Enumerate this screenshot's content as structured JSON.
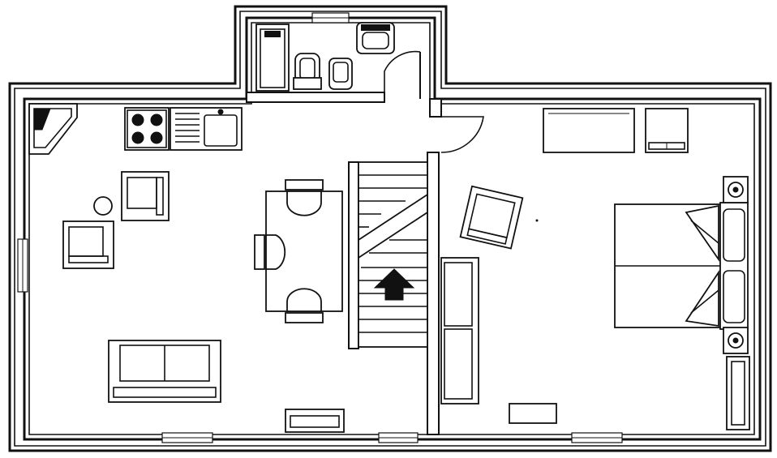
{
  "drawing": {
    "kind": "floor-plan",
    "colors": {
      "line": "#111111",
      "background": "#ffffff",
      "wall_fill": "#ffffff"
    },
    "rooms": [
      "bathroom",
      "living-kitchen",
      "bedroom",
      "stair-hall"
    ],
    "fixtures": {
      "bathroom": [
        "shower",
        "toilet",
        "bidet",
        "washbasin"
      ],
      "kitchen": [
        "fireplace",
        "stove",
        "sink"
      ],
      "living": [
        "armchair",
        "armchair",
        "side-table",
        "dining-table",
        "chair",
        "chair",
        "chair",
        "sofa",
        "sideboard"
      ],
      "stairs": [
        "staircase",
        "up-arrow-icon"
      ],
      "bedroom": [
        "wardrobe",
        "chest",
        "armchair",
        "double-bed",
        "nightstand",
        "nightstand",
        "sofa",
        "rug",
        "shelf"
      ]
    }
  }
}
